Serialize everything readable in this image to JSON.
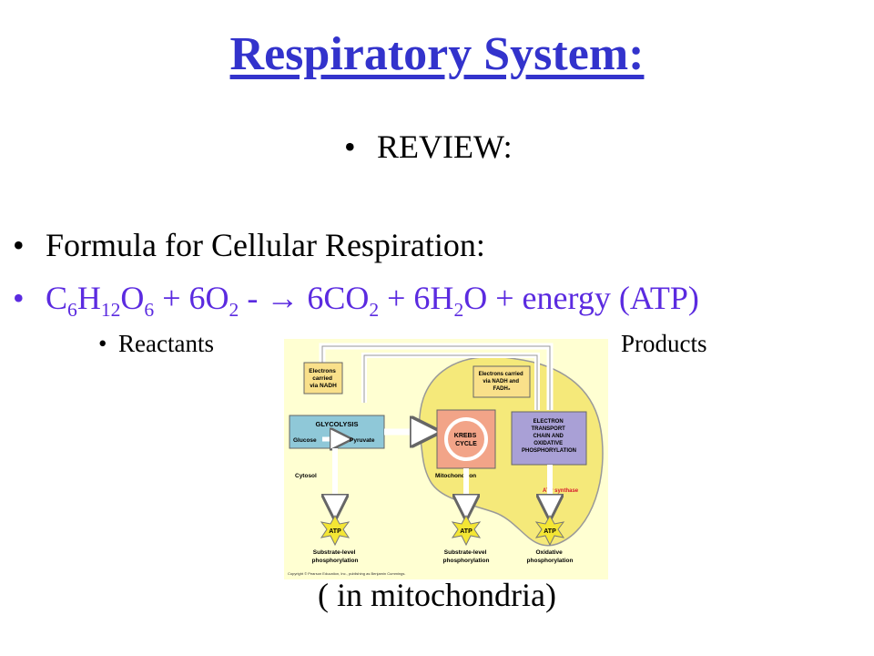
{
  "slide": {
    "title": "Respiratory System:",
    "review": "REVIEW:",
    "formula_heading": "Formula for Cellular Respiration:",
    "formula": {
      "c": "C",
      "c_sub": "6",
      "h": "H",
      "h_sub": "12",
      "o": "O",
      "o_sub": "6",
      "plus_o2": " + 6O",
      "o2_sub": "2",
      "arrow": " - → ",
      "co2": "6CO",
      "co2_sub": "2",
      "h2o": " + 6H",
      "h2o_sub": "2",
      "tail": "O + energy (ATP)"
    },
    "reactants": "Reactants",
    "products": "Products",
    "caption": "( in mitochondria)"
  },
  "diagram": {
    "electrons_nadh": [
      "Electrons",
      "carried",
      "via NADH"
    ],
    "electrons_nadh_fadh": [
      "Electrons carried",
      "via NADH and",
      "FADH₂"
    ],
    "glycolysis": "GLYCOLYSIS",
    "glucose": "Glucose",
    "pyruvate": "Pyruvate",
    "krebs": [
      "KREBS",
      "CYCLE"
    ],
    "etc": [
      "ELECTRON",
      "TRANSPORT",
      "CHAIN AND",
      "OXIDATIVE",
      "PHOSPHORYLATION"
    ],
    "cytosol": "Cytosol",
    "mitochondrion": "Mitochondrion",
    "atp_synthase": "ATP synthase",
    "atp": "ATP",
    "labels": [
      [
        "Substrate-level",
        "phosphorylation"
      ],
      [
        "Substrate-level",
        "phosphorylation"
      ],
      [
        "Oxidative",
        "phosphorylation"
      ]
    ],
    "copyright": "Copyright © Pearson Education, Inc., publishing as Benjamin Cummings."
  },
  "colors": {
    "title": "#3333cc",
    "formula": "#5b2be0",
    "membrane": "#f5e97a",
    "box_fill": "#8fc8d8",
    "krebs_fill": "#f2a488",
    "etc_fill": "#a9a0d6",
    "atp_star": "#f4e634"
  }
}
